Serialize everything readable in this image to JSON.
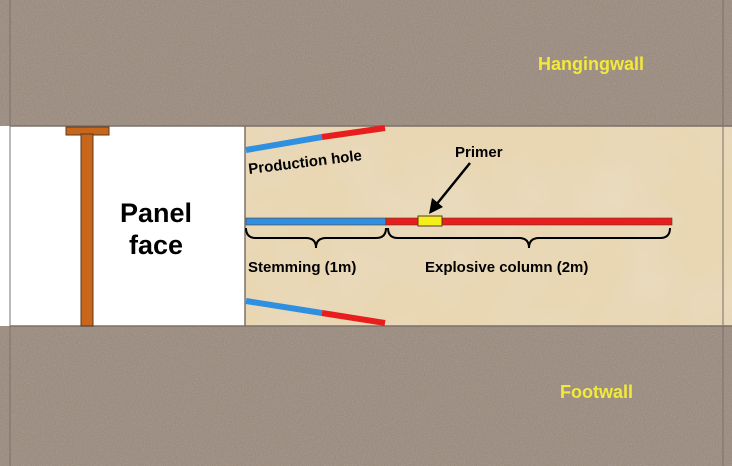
{
  "labels": {
    "hangingwall": "Hangingwall",
    "footwall": "Footwall",
    "panel_face_line1": "Panel",
    "panel_face_line2": "face",
    "production_hole": "Production hole",
    "primer": "Primer",
    "stemming": "Stemming (1m)",
    "explosive_column": "Explosive column (2m)"
  },
  "colors": {
    "rock": "#9c8c80",
    "ore": "#e9d7b3",
    "stemming": "#2f8fe0",
    "explosive": "#e81d1d",
    "primer": "#f3ef1a",
    "prop": "#c8661b",
    "zone_label": "#f2ea3a",
    "text": "#000000"
  }
}
